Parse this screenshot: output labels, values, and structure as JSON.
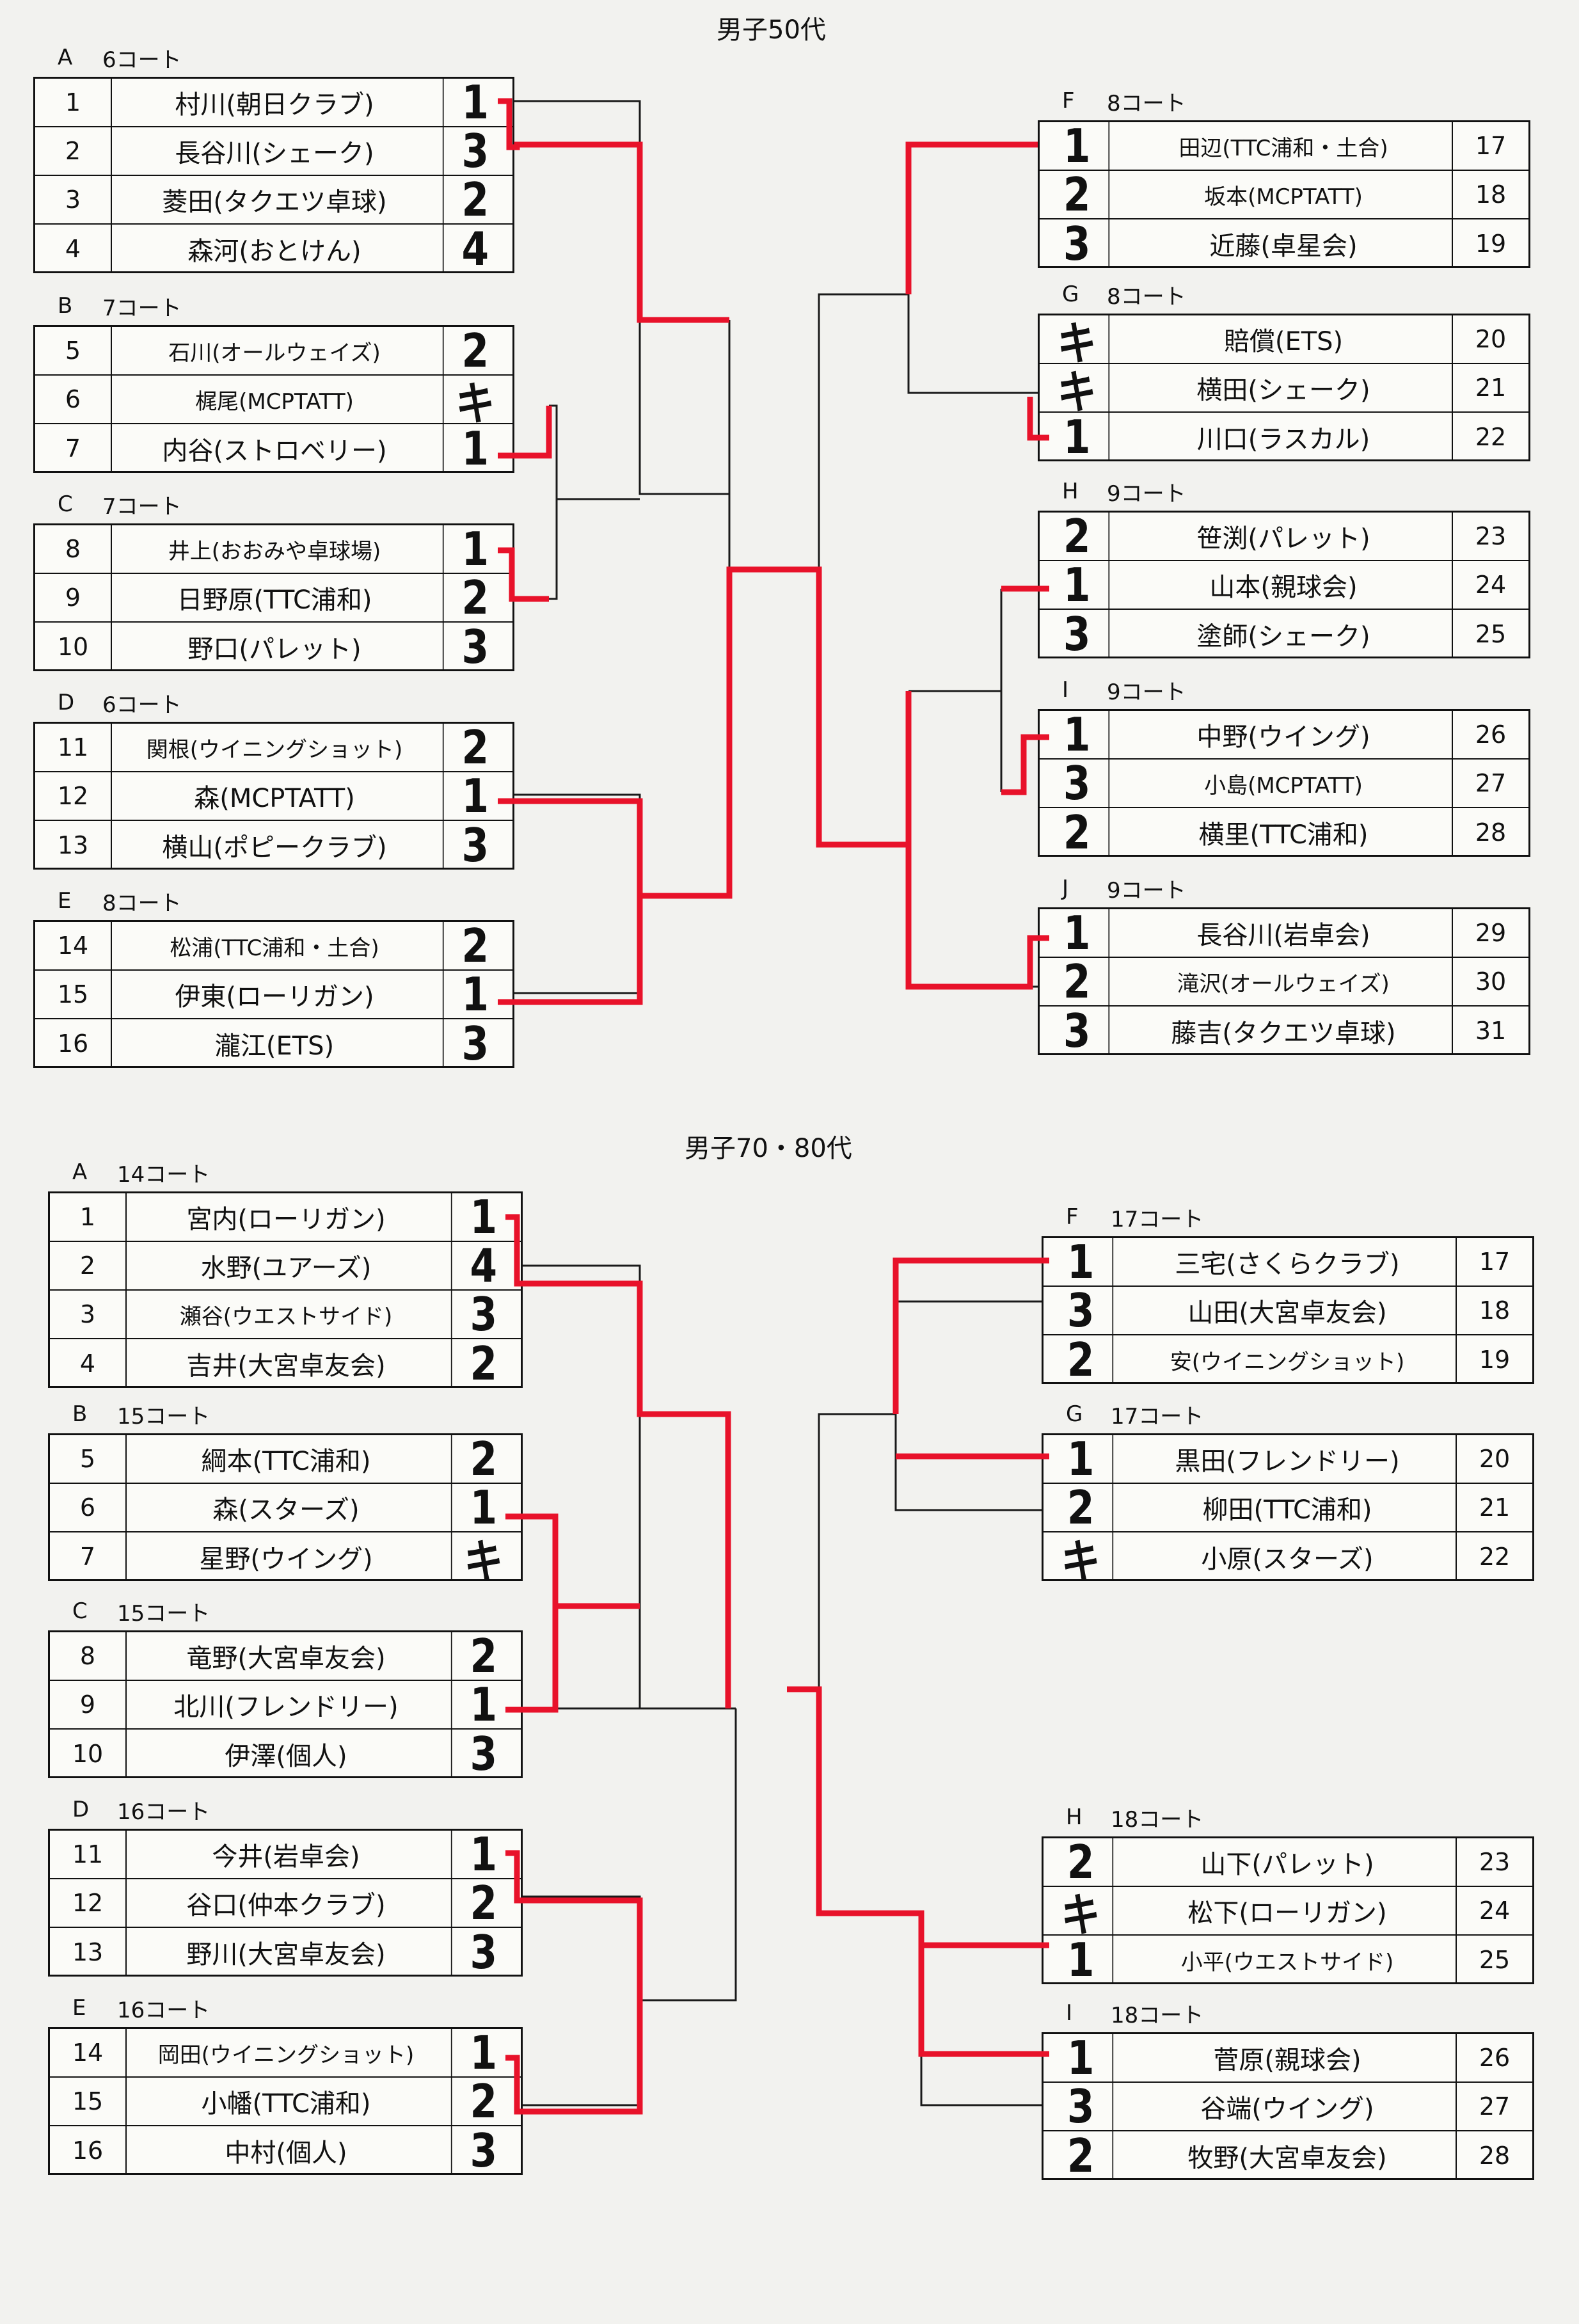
{
  "sections": [
    {
      "title": "男子50代",
      "left": [
        {
          "letter": "A",
          "court": "6コート",
          "rows": [
            {
              "num": "1",
              "name": "村川(朝日クラブ)",
              "result": "1"
            },
            {
              "num": "2",
              "name": "長谷川(シェーク)",
              "result": "3"
            },
            {
              "num": "3",
              "name": "菱田(タクエツ卓球)",
              "result": "2"
            },
            {
              "num": "4",
              "name": "森河(おとけん)",
              "result": "4"
            }
          ]
        },
        {
          "letter": "B",
          "court": "7コート",
          "rows": [
            {
              "num": "5",
              "name": "石川(オールウェイズ)",
              "result": "2"
            },
            {
              "num": "6",
              "name": "梶尾(MCPTATT)",
              "result": "キ"
            },
            {
              "num": "7",
              "name": "内谷(ストロベリー)",
              "result": "1"
            }
          ]
        },
        {
          "letter": "C",
          "court": "7コート",
          "rows": [
            {
              "num": "8",
              "name": "井上(おおみや卓球場)",
              "result": "1"
            },
            {
              "num": "9",
              "name": "日野原(TTC浦和)",
              "result": "2"
            },
            {
              "num": "10",
              "name": "野口(パレット)",
              "result": "3"
            }
          ]
        },
        {
          "letter": "D",
          "court": "6コート",
          "rows": [
            {
              "num": "11",
              "name": "関根(ウイニングショット)",
              "result": "2"
            },
            {
              "num": "12",
              "name": "森(MCPTATT)",
              "result": "1"
            },
            {
              "num": "13",
              "name": "横山(ポピークラブ)",
              "result": "3"
            }
          ]
        },
        {
          "letter": "E",
          "court": "8コート",
          "rows": [
            {
              "num": "14",
              "name": "松浦(TTC浦和・土合)",
              "result": "2"
            },
            {
              "num": "15",
              "name": "伊東(ローリガン)",
              "result": "1"
            },
            {
              "num": "16",
              "name": "瀧江(ETS)",
              "result": "3"
            }
          ]
        }
      ],
      "right": [
        {
          "letter": "F",
          "court": "8コート",
          "rows": [
            {
              "num": "17",
              "name": "田辺(TTC浦和・土合)",
              "result": "1"
            },
            {
              "num": "18",
              "name": "坂本(MCPTATT)",
              "result": "2"
            },
            {
              "num": "19",
              "name": "近藤(卓星会)",
              "result": "3"
            }
          ]
        },
        {
          "letter": "G",
          "court": "8コート",
          "rows": [
            {
              "num": "20",
              "name": "賠償(ETS)",
              "result": "キ"
            },
            {
              "num": "21",
              "name": "横田(シェーク)",
              "result": "キ"
            },
            {
              "num": "22",
              "name": "川口(ラスカル)",
              "result": "1"
            }
          ]
        },
        {
          "letter": "H",
          "court": "9コート",
          "rows": [
            {
              "num": "23",
              "name": "笹渕(パレット)",
              "result": "2"
            },
            {
              "num": "24",
              "name": "山本(親球会)",
              "result": "1"
            },
            {
              "num": "25",
              "name": "塗師(シェーク)",
              "result": "3"
            }
          ]
        },
        {
          "letter": "I",
          "court": "9コート",
          "rows": [
            {
              "num": "26",
              "name": "中野(ウイング)",
              "result": "1"
            },
            {
              "num": "27",
              "name": "小島(MCPTATT)",
              "result": "3"
            },
            {
              "num": "28",
              "name": "横里(TTC浦和)",
              "result": "2"
            }
          ]
        },
        {
          "letter": "J",
          "court": "9コート",
          "rows": [
            {
              "num": "29",
              "name": "長谷川(岩卓会)",
              "result": "1"
            },
            {
              "num": "30",
              "name": "滝沢(オールウェイズ)",
              "result": "2"
            },
            {
              "num": "31",
              "name": "藤吉(タクエツ卓球)",
              "result": "3"
            }
          ]
        }
      ]
    },
    {
      "title": "男子70・80代",
      "left": [
        {
          "letter": "A",
          "court": "14コート",
          "rows": [
            {
              "num": "1",
              "name": "宮内(ローリガン)",
              "result": "1"
            },
            {
              "num": "2",
              "name": "水野(ユアーズ)",
              "result": "4"
            },
            {
              "num": "3",
              "name": "瀬谷(ウエストサイド)",
              "result": "3"
            },
            {
              "num": "4",
              "name": "吉井(大宮卓友会)",
              "result": "2"
            }
          ]
        },
        {
          "letter": "B",
          "court": "15コート",
          "rows": [
            {
              "num": "5",
              "name": "綱本(TTC浦和)",
              "result": "2"
            },
            {
              "num": "6",
              "name": "森(スターズ)",
              "result": "1"
            },
            {
              "num": "7",
              "name": "星野(ウイング)",
              "result": "キ"
            }
          ]
        },
        {
          "letter": "C",
          "court": "15コート",
          "rows": [
            {
              "num": "8",
              "name": "竜野(大宮卓友会)",
              "result": "2"
            },
            {
              "num": "9",
              "name": "北川(フレンドリー)",
              "result": "1"
            },
            {
              "num": "10",
              "name": "伊澤(個人)",
              "result": "3"
            }
          ]
        },
        {
          "letter": "D",
          "court": "16コート",
          "rows": [
            {
              "num": "11",
              "name": "今井(岩卓会)",
              "result": "1"
            },
            {
              "num": "12",
              "name": "谷口(仲本クラブ)",
              "result": "2"
            },
            {
              "num": "13",
              "name": "野川(大宮卓友会)",
              "result": "3"
            }
          ]
        },
        {
          "letter": "E",
          "court": "16コート",
          "rows": [
            {
              "num": "14",
              "name": "岡田(ウイニングショット)",
              "result": "1"
            },
            {
              "num": "15",
              "name": "小幡(TTC浦和)",
              "result": "2"
            },
            {
              "num": "16",
              "name": "中村(個人)",
              "result": "3"
            }
          ]
        }
      ],
      "right": [
        {
          "letter": "F",
          "court": "17コート",
          "rows": [
            {
              "num": "17",
              "name": "三宅(さくらクラブ)",
              "result": "1"
            },
            {
              "num": "18",
              "name": "山田(大宮卓友会)",
              "result": "3"
            },
            {
              "num": "19",
              "name": "安(ウイニングショット)",
              "result": "2"
            }
          ]
        },
        {
          "letter": "G",
          "court": "17コート",
          "rows": [
            {
              "num": "20",
              "name": "黒田(フレンドリー)",
              "result": "1"
            },
            {
              "num": "21",
              "name": "柳田(TTC浦和)",
              "result": "2"
            },
            {
              "num": "22",
              "name": "小原(スターズ)",
              "result": "キ"
            }
          ]
        },
        {
          "letter": "H",
          "court": "18コート",
          "rows": [
            {
              "num": "23",
              "name": "山下(パレット)",
              "result": "2"
            },
            {
              "num": "24",
              "name": "松下(ローリガン)",
              "result": "キ"
            },
            {
              "num": "25",
              "name": "小平(ウエストサイド)",
              "result": "1"
            }
          ]
        },
        {
          "letter": "I",
          "court": "18コート",
          "rows": [
            {
              "num": "26",
              "name": "菅原(親球会)",
              "result": "1"
            },
            {
              "num": "27",
              "name": "谷端(ウイング)",
              "result": "3"
            },
            {
              "num": "28",
              "name": "牧野(大宮卓友会)",
              "result": "2"
            }
          ]
        }
      ]
    }
  ]
}
